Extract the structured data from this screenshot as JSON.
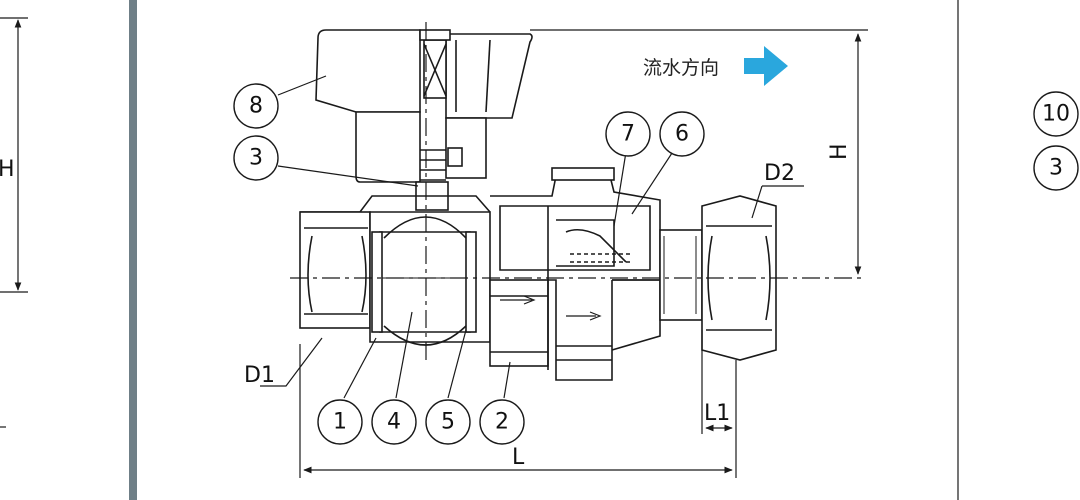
{
  "flow_label": "流水方向",
  "colors": {
    "line": "#1a1a1a",
    "divider": "#6f7f87",
    "flow_arrow": "#2aa7dd",
    "background": "#ffffff"
  },
  "callouts": {
    "c1": "1",
    "c2": "2",
    "c3": "3",
    "c4": "4",
    "c5": "5",
    "c6": "6",
    "c7": "7",
    "c8": "8",
    "right_10": "10",
    "right_3": "3"
  },
  "dimensions": {
    "d1": "D1",
    "d2": "D2",
    "h": "H",
    "l": "L",
    "l1": "L1"
  }
}
